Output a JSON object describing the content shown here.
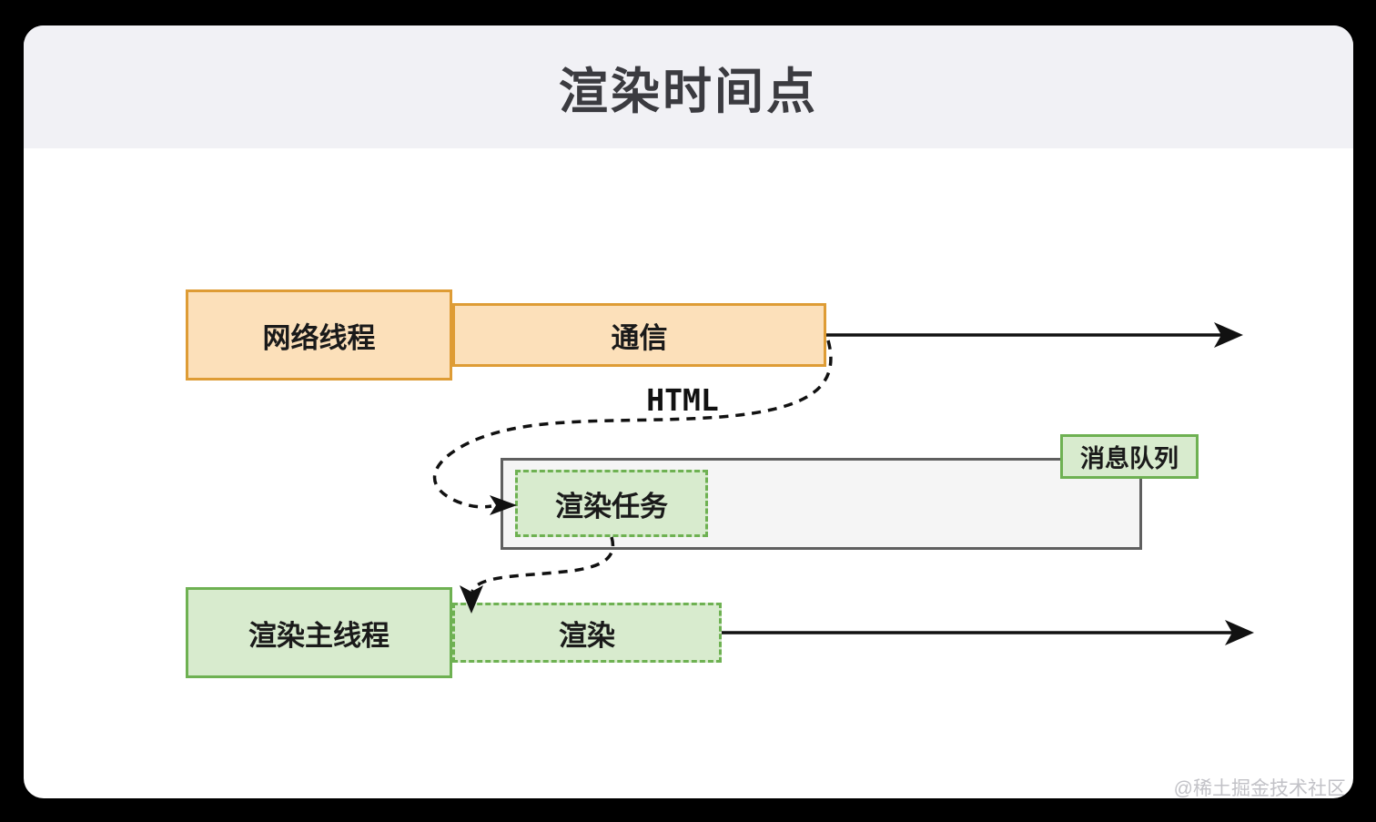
{
  "title": "渲染时间点",
  "colors": {
    "canvas-bg": "#000000",
    "card-bg": "#ffffff",
    "header-bg": "#f1f1f5",
    "title-text": "#3b3b40",
    "orange-fill": "#fce0ba",
    "orange-stroke": "#de9c35",
    "green-fill": "#d8ebce",
    "green-stroke": "#6eb152",
    "gray-fill": "#f5f5f5",
    "gray-stroke": "#5f5f5f",
    "line-color": "#111111",
    "watermark-text": "#c2c2c7"
  },
  "lanes": {
    "network": {
      "label": "网络线程",
      "bar_label": "通信"
    },
    "render_main": {
      "label": "渲染主线程",
      "bar_label": "渲染"
    }
  },
  "queue": {
    "label": "消息队列",
    "task_label": "渲染任务"
  },
  "annotations": {
    "html_label": "HTML"
  },
  "watermark": "@稀土掘金技术社区"
}
